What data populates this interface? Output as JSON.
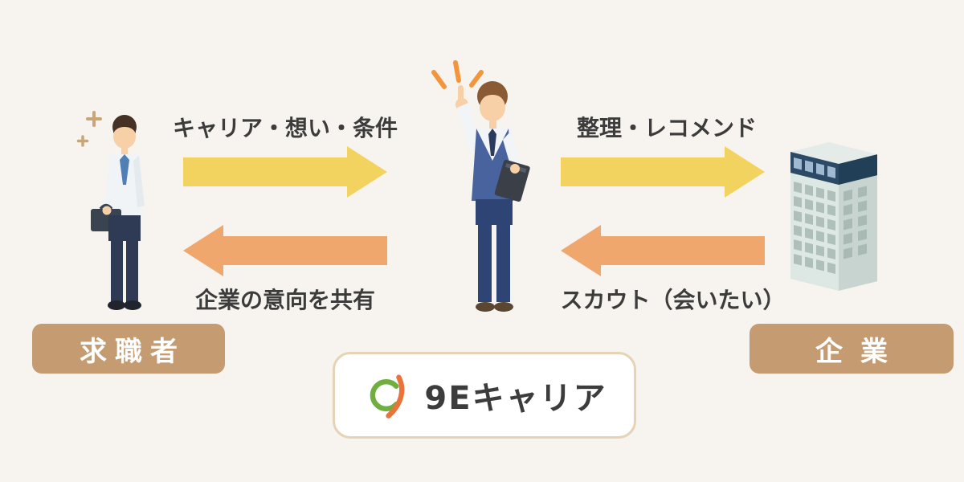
{
  "page": {
    "background": "#f7f4ef"
  },
  "colors": {
    "arrow_yellow": "#f3d360",
    "arrow_orange": "#efa76e",
    "label_tan": "#c59c72",
    "text_dark": "#3c3c3c",
    "logo_green": "#6fae3f",
    "logo_orange": "#e8743c",
    "card_border": "#e6d2b4"
  },
  "arrows": {
    "career": {
      "label": "キャリア・想い・条件",
      "direction": "right"
    },
    "share": {
      "label": "企業の意向を共有",
      "direction": "left"
    },
    "recommend": {
      "label": "整理・レコメンド",
      "direction": "right"
    },
    "scout": {
      "label": "スカウト（会いたい）",
      "direction": "left"
    }
  },
  "entities": {
    "job_seeker": {
      "label": "求職者"
    },
    "company": {
      "label": "企業"
    }
  },
  "logo": {
    "text": "9Eキャリア"
  }
}
